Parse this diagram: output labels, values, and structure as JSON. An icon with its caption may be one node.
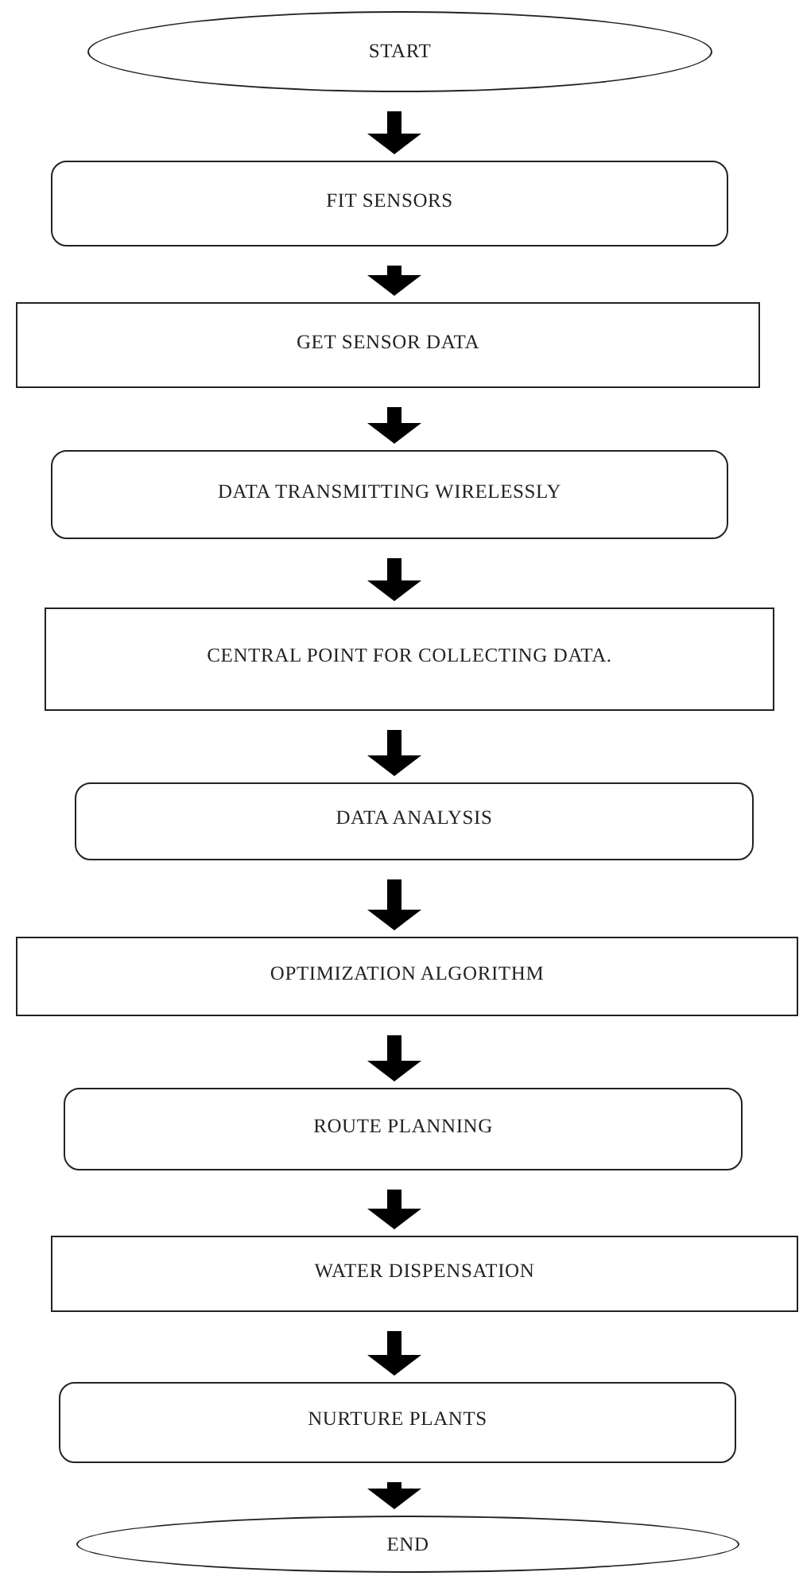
{
  "diagram": {
    "nodes": [
      {
        "text": [
          "START"
        ]
      },
      {
        "text": [
          "FIT SENSORS"
        ]
      },
      {
        "text": [
          "GET SENSOR DATA"
        ]
      },
      {
        "text": [
          "DATA TRANSMITTING WIRELESSLY"
        ]
      },
      {
        "text": [
          "CENTRAL POINT FOR COLLECTING DATA."
        ]
      },
      {
        "text": [
          "DATA ANALYSIS"
        ]
      },
      {
        "text": [
          "OPTIMIZATION ALGORITHM"
        ]
      },
      {
        "text": [
          "ROUTE PLANNING"
        ]
      },
      {
        "text": [
          "WATER DISPENSATION"
        ]
      },
      {
        "text": [
          "NURTURE PLANTS"
        ]
      },
      {
        "text": [
          "END"
        ]
      }
    ],
    "edges": [
      {
        "from": 0,
        "to": 1,
        "arrow": "to",
        "style": "thick"
      },
      {
        "from": 1,
        "to": 2,
        "arrow": "to",
        "style": "thick"
      },
      {
        "from": 2,
        "to": 3,
        "arrow": "to",
        "style": "thick"
      },
      {
        "from": 3,
        "to": 4,
        "arrow": "to",
        "style": "thick"
      },
      {
        "from": 4,
        "to": 5,
        "arrow": "to",
        "style": "thick"
      },
      {
        "from": 5,
        "to": 6,
        "arrow": "to",
        "style": "thick"
      },
      {
        "from": 6,
        "to": 7,
        "arrow": "to",
        "style": "thick"
      },
      {
        "from": 7,
        "to": 8,
        "arrow": "to",
        "style": "thick"
      },
      {
        "from": 8,
        "to": 9,
        "arrow": "to",
        "style": "thick"
      },
      {
        "from": 9,
        "to": 10,
        "arrow": "to",
        "style": "thick"
      }
    ]
  }
}
